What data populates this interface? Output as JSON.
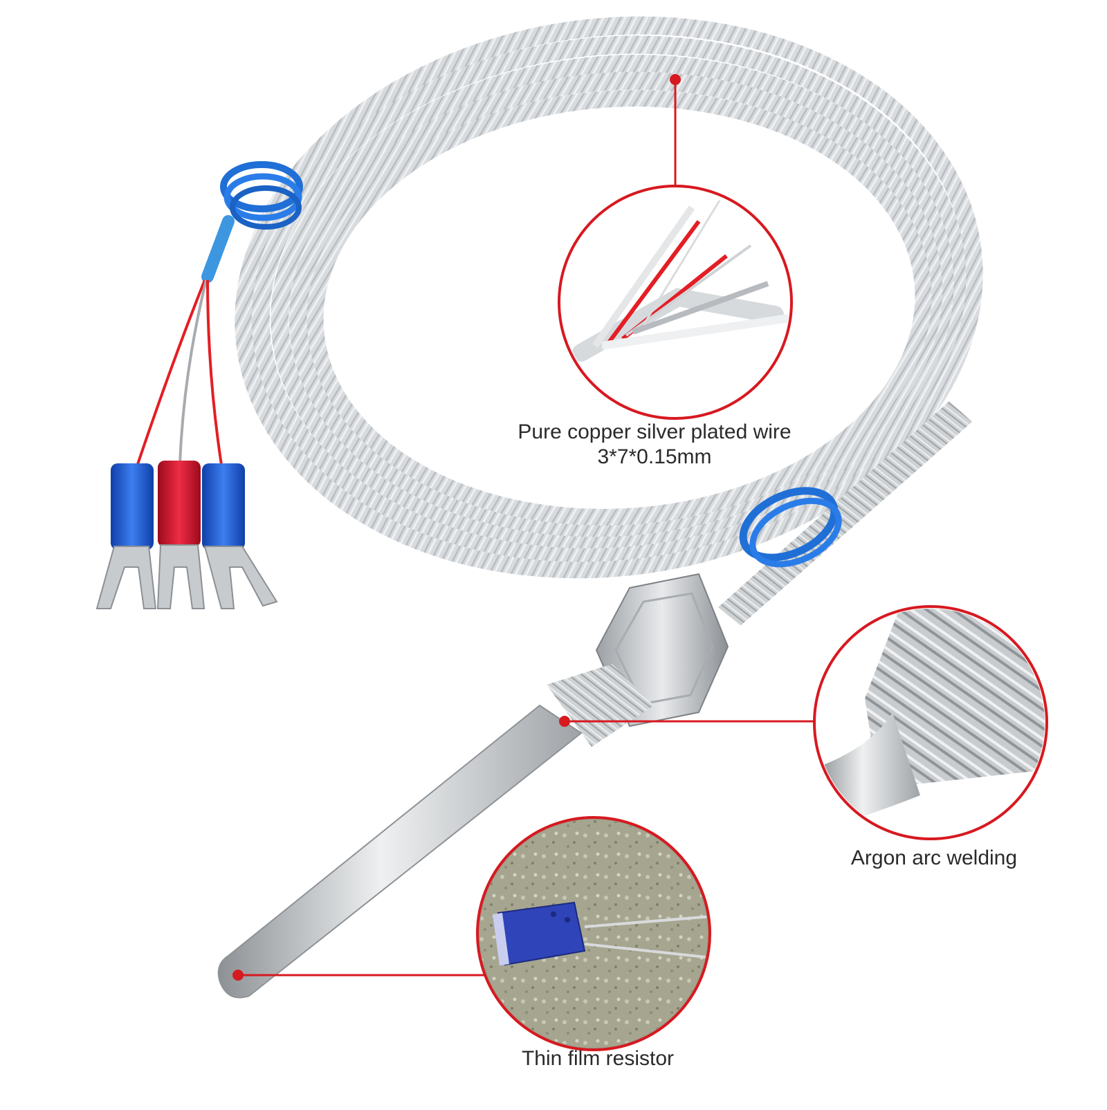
{
  "callouts": {
    "wire": {
      "line1": "Pure copper silver plated wire",
      "line2": "3*7*0.15mm"
    },
    "welding": {
      "label": "Argon arc welding"
    },
    "resistor": {
      "label": "Thin film resistor"
    }
  },
  "colors": {
    "callout_red": "#d71920",
    "cable_silver": "#d9dcdf",
    "tie_blue": "#1f6fd6",
    "terminal_blue": "#1a5fd0",
    "terminal_red": "#d9102b",
    "wire_red": "#e31e24",
    "steel": "#c9ccce",
    "resistor_blue": "#2f44b8",
    "stone": "#9a9a86"
  }
}
